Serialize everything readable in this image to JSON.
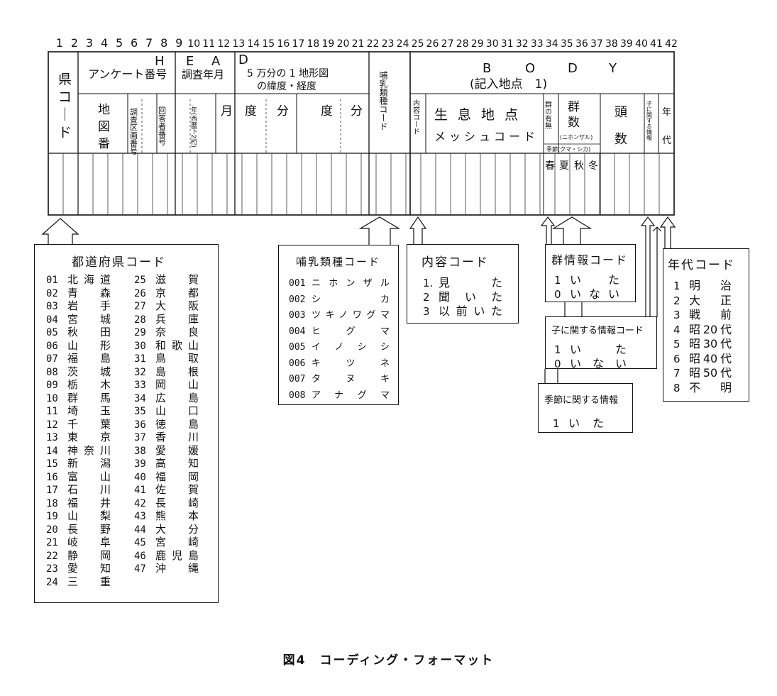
{
  "header": {
    "col_numbers": [
      "1",
      "2",
      "3",
      "4",
      "5",
      "6",
      "7",
      "8",
      "9",
      "10",
      "11",
      "12",
      "13",
      "14",
      "15",
      "16",
      "17",
      "18",
      "19",
      "20",
      "21",
      "22",
      "23",
      "24",
      "25",
      "26",
      "27",
      "28",
      "29",
      "30",
      "31",
      "32",
      "33",
      "34",
      "35",
      "36",
      "37",
      "38",
      "39",
      "40",
      "41",
      "42"
    ],
    "head_letters": [
      "H",
      "E",
      "A",
      "D"
    ],
    "body_letters": [
      "B",
      "O",
      "D",
      "Y"
    ],
    "body_subtitle": "(記入地点　1)",
    "fields": {
      "pref_code": "県コード",
      "survey_number": "アンケート番号",
      "map_number": "地図番号",
      "grid_number": "調査区画番号",
      "respondent_number": "回答者番号",
      "survey_date": "調査年月",
      "year_small": "年(西暦下2桁)",
      "month": "月",
      "latlong": "5万分の1地形図の緯度・経度",
      "deg1": "度",
      "min1": "分",
      "deg2": "度",
      "min2": "分",
      "mammal_code": "哺乳類種コード",
      "content_code": "内容コード",
      "habitat": "生息地点",
      "mesh": "メッシュコード",
      "group_presence": "群の有無",
      "group_count": "群数",
      "group_count_sub": "(ニホンザル)",
      "season_sub": "季節(クマ・シカ)",
      "seasons": [
        "春",
        "夏",
        "秋",
        "冬"
      ],
      "head_count": "頭数",
      "child_info": "子に関する情報",
      "era": "年代"
    }
  },
  "prefectures": {
    "title": "都道府県コード",
    "items": [
      [
        "01",
        "北海道"
      ],
      [
        "02",
        "青森"
      ],
      [
        "03",
        "岩手"
      ],
      [
        "04",
        "宮城"
      ],
      [
        "05",
        "秋田"
      ],
      [
        "06",
        "山形"
      ],
      [
        "07",
        "福島"
      ],
      [
        "08",
        "茨城"
      ],
      [
        "09",
        "栃木"
      ],
      [
        "10",
        "群馬"
      ],
      [
        "11",
        "埼玉"
      ],
      [
        "12",
        "千葉"
      ],
      [
        "13",
        "東京"
      ],
      [
        "14",
        "神奈川"
      ],
      [
        "15",
        "新潟"
      ],
      [
        "16",
        "富山"
      ],
      [
        "17",
        "石川"
      ],
      [
        "18",
        "福井"
      ],
      [
        "19",
        "山梨"
      ],
      [
        "20",
        "長野"
      ],
      [
        "21",
        "岐阜"
      ],
      [
        "22",
        "静岡"
      ],
      [
        "23",
        "愛知"
      ],
      [
        "24",
        "三重"
      ],
      [
        "25",
        "滋賀"
      ],
      [
        "26",
        "京都"
      ],
      [
        "27",
        "大阪"
      ],
      [
        "28",
        "兵庫"
      ],
      [
        "29",
        "奈良"
      ],
      [
        "30",
        "和歌山"
      ],
      [
        "31",
        "鳥取"
      ],
      [
        "32",
        "島根"
      ],
      [
        "33",
        "岡山"
      ],
      [
        "34",
        "広島"
      ],
      [
        "35",
        "山口"
      ],
      [
        "36",
        "徳島"
      ],
      [
        "37",
        "香川"
      ],
      [
        "38",
        "愛媛"
      ],
      [
        "39",
        "高知"
      ],
      [
        "40",
        "福岡"
      ],
      [
        "41",
        "佐賀"
      ],
      [
        "42",
        "長崎"
      ],
      [
        "43",
        "熊本"
      ],
      [
        "44",
        "大分"
      ],
      [
        "45",
        "宮崎"
      ],
      [
        "46",
        "鹿児島"
      ],
      [
        "47",
        "沖縄"
      ]
    ]
  },
  "mammals": {
    "title": "哺乳類種コード",
    "items": [
      [
        "001",
        "ニホンザル"
      ],
      [
        "002",
        "シカ"
      ],
      [
        "003",
        "ツキノワグマ"
      ],
      [
        "004",
        "ヒグマ"
      ],
      [
        "005",
        "イノシシ"
      ],
      [
        "006",
        "キツネ"
      ],
      [
        "007",
        "タヌキ"
      ],
      [
        "008",
        "アナグマ"
      ]
    ]
  },
  "content_codes": {
    "title": "内容コード",
    "items": [
      [
        "1.",
        "見た"
      ],
      [
        "2",
        "聞いた"
      ],
      [
        "3",
        "以前いた"
      ]
    ]
  },
  "group_info": {
    "title": "群情報コード",
    "items": [
      [
        "1",
        "いた"
      ],
      [
        "0",
        "いない"
      ]
    ]
  },
  "child_info": {
    "title": "子に関する情報コード",
    "items": [
      [
        "1",
        "いた"
      ],
      [
        "0",
        "いない"
      ]
    ]
  },
  "season_info": {
    "title": "季節に関する情報",
    "items": [
      [
        "1",
        "いた"
      ]
    ]
  },
  "era_codes": {
    "title": "年代コード",
    "items": [
      [
        "1",
        "明治"
      ],
      [
        "2",
        "大正"
      ],
      [
        "3",
        "戦前"
      ],
      [
        "4",
        "昭20代"
      ],
      [
        "5",
        "昭30代"
      ],
      [
        "6",
        "昭40代"
      ],
      [
        "7",
        "昭50代"
      ],
      [
        "8",
        "不明"
      ]
    ]
  },
  "caption": "図4　コーディング・フォーマット"
}
